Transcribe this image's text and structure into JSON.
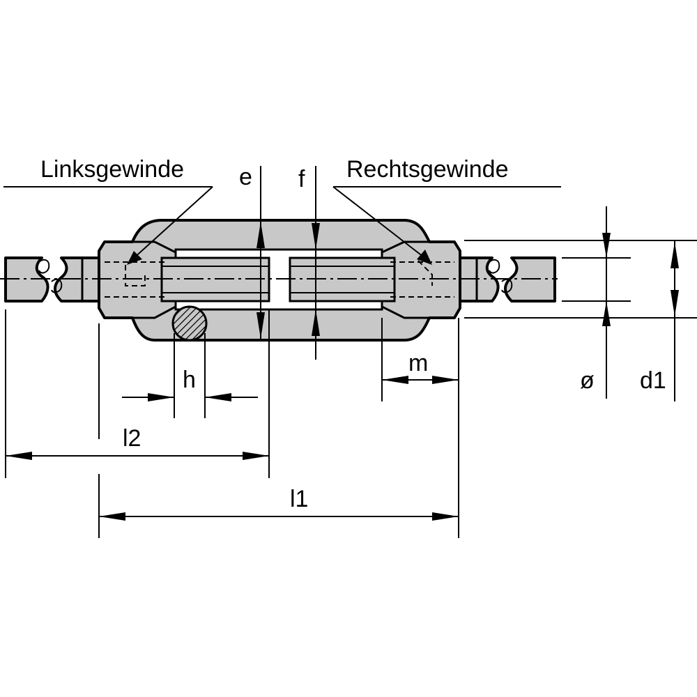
{
  "labels": {
    "left_thread": "Linksgewinde",
    "right_thread": "Rechtsgewinde",
    "e": "e",
    "f": "f",
    "h": "h",
    "m": "m",
    "diameter": "ø",
    "d1": "d1",
    "l1": "l1",
    "l2": "l2"
  },
  "colors": {
    "body_fill": "#c8c8c8",
    "line": "#000000"
  }
}
